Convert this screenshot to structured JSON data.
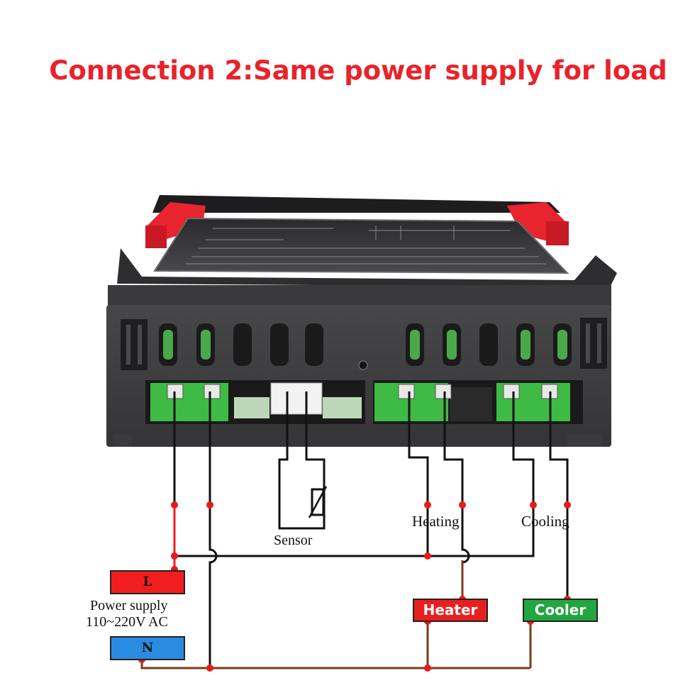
{
  "title": "Connection 2:Same power supply for load",
  "labels": {
    "sensor": "Sensor",
    "heating": "Heating",
    "cooling": "Cooling",
    "power_line1": "Power supply",
    "power_line2": "110~220V AC"
  },
  "terminals": {
    "L": {
      "label": "L",
      "color": "#f01e1e"
    },
    "N": {
      "label": "N",
      "color": "#2a8be0"
    },
    "heater": {
      "label": "Heater",
      "color": "#e81f1f"
    },
    "cooler": {
      "label": "Cooler",
      "color": "#21a640"
    }
  },
  "wire_colors": {
    "live": "#f01e1e",
    "neutral": "#111111",
    "load": "#7a3b1c",
    "junction": "#e81a1a"
  },
  "device": {
    "housing_color": "#3a3a3c",
    "latch_color": "#e8242e",
    "terminal_block_color": "#3dbb45"
  }
}
